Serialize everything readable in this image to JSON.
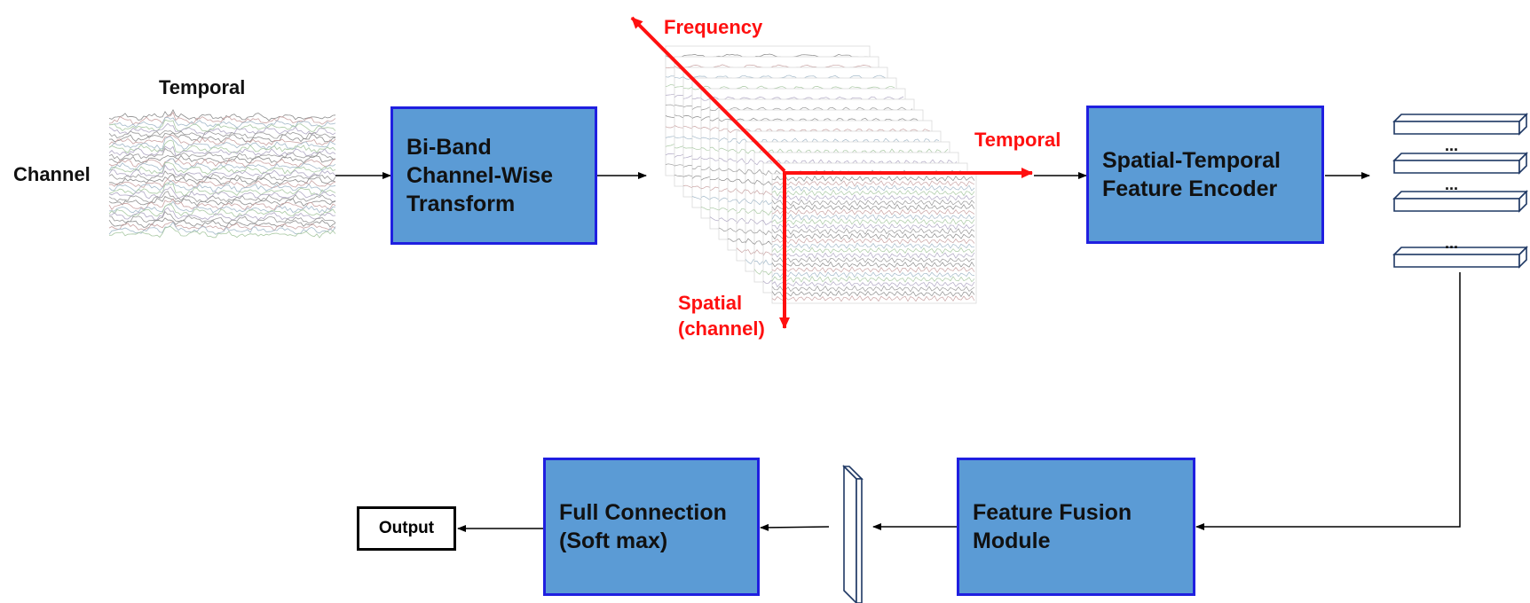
{
  "input_signal": {
    "temporal_label": "Temporal",
    "channel_label": "Channel"
  },
  "boxes": {
    "bi_band": [
      "Bi-Band",
      "Channel-Wise",
      "Transform"
    ],
    "encoder": [
      "Spatial-Temporal",
      "Feature Encoder"
    ],
    "fusion": [
      "Feature Fusion",
      "Module"
    ],
    "full_connection": [
      "Full Connection",
      "(Soft max)"
    ]
  },
  "axes": {
    "frequency": "Frequency",
    "temporal": "Temporal",
    "spatial": [
      "Spatial",
      "(channel)"
    ]
  },
  "output_label": "Output",
  "feature_dots": [
    "...",
    "...",
    "..."
  ],
  "colors": {
    "box_fill": "#5b9bd5",
    "box_border": "#1f1fe0",
    "axis_red": "#ff1010",
    "arrow": "#000000",
    "feature_slab": "#1f3864"
  }
}
